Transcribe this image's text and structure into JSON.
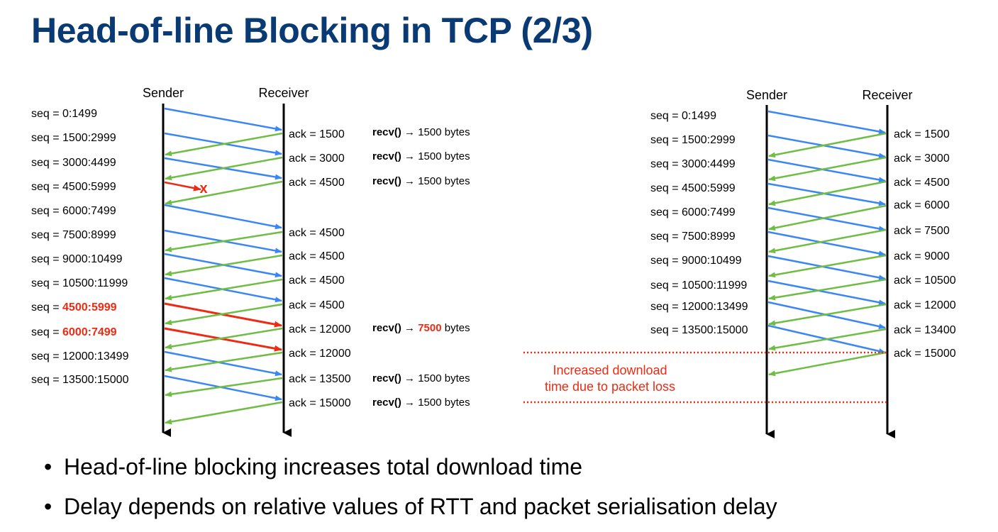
{
  "title": "Head-of-line Blocking in TCP (2/3)",
  "colors": {
    "data": "#3b86f5",
    "ack": "#6fbd44",
    "retransmit": "#ee2a12",
    "timeline": "#000000",
    "annotation": "#ee2a12"
  },
  "left_diagram": {
    "sender_label": "Sender",
    "receiver_label": "Receiver",
    "lost_marker": "x",
    "seq_prefix": "seq = ",
    "seq_values": [
      "0:1499",
      "1500:2999",
      "3000:4499",
      "4500:5999",
      "6000:7499",
      "7500:8999",
      "9000:10499",
      "10500:11999",
      "4500:5999",
      "6000:7499",
      "12000:13499",
      "13500:15000"
    ],
    "retransmitted_seq_rows": [
      8,
      9
    ],
    "acks": [
      "ack = 1500",
      "ack = 3000",
      "ack = 4500",
      "ack = 4500",
      "ack = 4500",
      "ack = 4500",
      "ack = 4500",
      "ack = 12000",
      "ack = 12000",
      "ack = 13500",
      "ack = 15000"
    ],
    "recv_events": [
      {
        "fn": "recv()",
        "arrow": "→",
        "amount": "1500",
        "unit": "bytes",
        "highlight": false
      },
      {
        "fn": "recv()",
        "arrow": "→",
        "amount": "1500",
        "unit": "bytes",
        "highlight": false
      },
      {
        "fn": "recv()",
        "arrow": "→",
        "amount": "1500",
        "unit": "bytes",
        "highlight": false
      },
      {
        "fn": "recv()",
        "arrow": "→",
        "amount": "7500",
        "unit": "bytes",
        "highlight": true
      },
      {
        "fn": "recv()",
        "arrow": "→",
        "amount": "1500",
        "unit": "bytes",
        "highlight": false
      },
      {
        "fn": "recv()",
        "arrow": "→",
        "amount": "1500",
        "unit": "bytes",
        "highlight": false
      }
    ]
  },
  "right_diagram": {
    "sender_label": "Sender",
    "receiver_label": "Receiver",
    "seq_prefix": "seq = ",
    "seq_values": [
      "0:1499",
      "1500:2999",
      "3000:4499",
      "4500:5999",
      "6000:7499",
      "7500:8999",
      "9000:10499",
      "10500:11999",
      "12000:13499",
      "13500:15000"
    ],
    "acks": [
      "ack = 1500",
      "ack = 3000",
      "ack = 4500",
      "ack = 6000",
      "ack = 7500",
      "ack = 9000",
      "ack = 10500",
      "ack = 12000",
      "ack = 13400",
      "ack = 15000"
    ]
  },
  "annotation": {
    "line1": "Increased download",
    "line2": "time due to packet loss"
  },
  "bullets": [
    "Head-of-line blocking increases total download time",
    "Delay depends on relative values of RTT and packet serialisation delay"
  ]
}
